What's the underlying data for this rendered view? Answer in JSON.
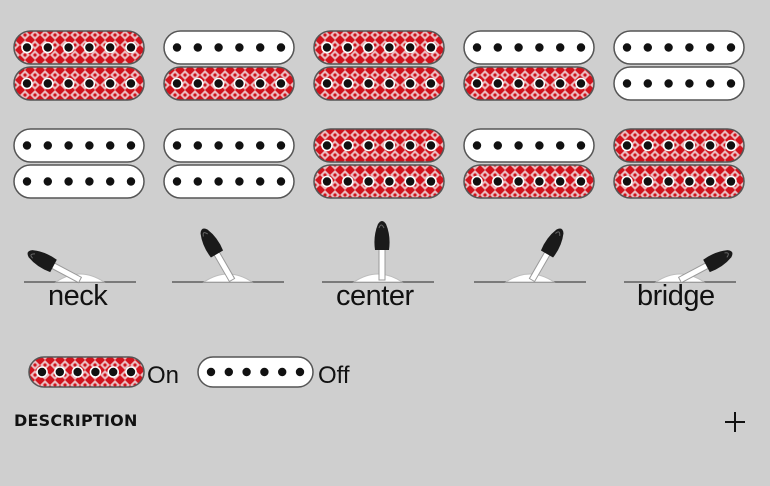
{
  "pickup_colors": {
    "on": "#d0141e",
    "off": "#ffffff",
    "pole": "#111111",
    "outline": "#555555"
  },
  "configurations": [
    {
      "top": {
        "upper": "on",
        "lower": "on"
      },
      "bottom": {
        "upper": "off",
        "lower": "off"
      },
      "switch": "neck"
    },
    {
      "top": {
        "upper": "off",
        "lower": "on"
      },
      "bottom": {
        "upper": "off",
        "lower": "off"
      },
      "switch": "neck-middle"
    },
    {
      "top": {
        "upper": "on",
        "lower": "on"
      },
      "bottom": {
        "upper": "on",
        "lower": "on"
      },
      "switch": "center"
    },
    {
      "top": {
        "upper": "off",
        "lower": "on"
      },
      "bottom": {
        "upper": "off",
        "lower": "on"
      },
      "switch": "middle-bridge"
    },
    {
      "top": {
        "upper": "off",
        "lower": "off"
      },
      "bottom": {
        "upper": "on",
        "lower": "on"
      },
      "switch": "bridge"
    }
  ],
  "switch_labels": {
    "neck": "neck",
    "center": "center",
    "bridge": "bridge"
  },
  "legend": {
    "on_label": "On",
    "off_label": "Off"
  },
  "description": {
    "heading": "DESCRIPTION",
    "toggle_icon": "plus-icon"
  }
}
